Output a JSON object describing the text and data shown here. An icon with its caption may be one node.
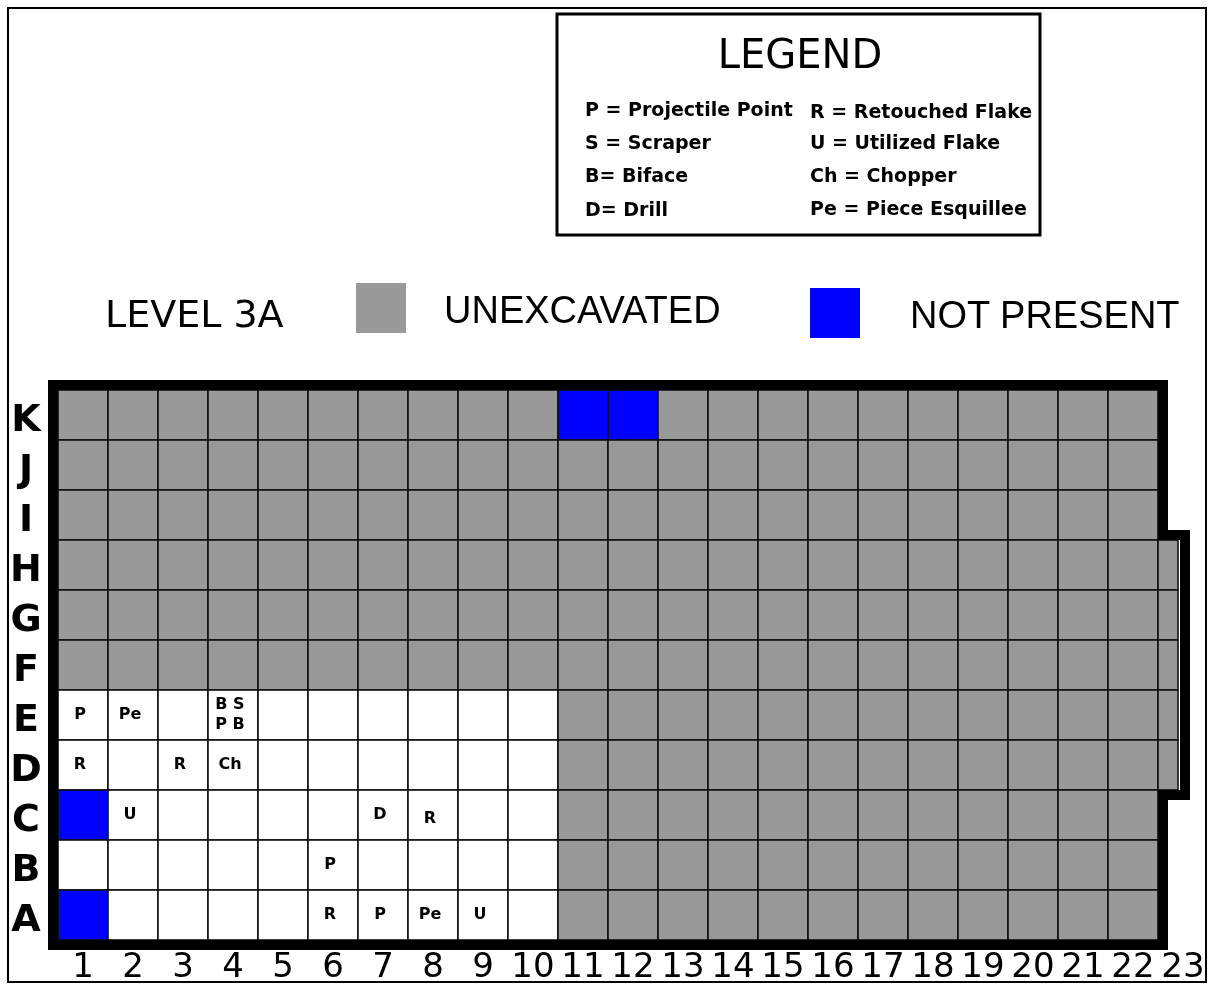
{
  "diagram": {
    "labels": [
      "LEGEND",
      "P = Projectile Point",
      "R = Retouched Flake",
      "S = Scraper",
      "U = Utilized Flake",
      "B= Biface",
      "Ch = Chopper",
      "D= Drill",
      "Pe = Piece Esquillee",
      "LEVEL 3A",
      "K",
      "J",
      "I",
      "H",
      "G",
      "F",
      "E",
      "D",
      "C",
      "B",
      "A",
      "P",
      "Pe",
      "B S",
      "P B",
      "R",
      "R",
      "Ch",
      "U",
      "D",
      "R",
      "P",
      "R",
      "P",
      "Pe",
      "U",
      "1",
      "2",
      "3",
      "4",
      "5",
      "6",
      "7",
      "8",
      "9",
      "10",
      "11",
      "12",
      "13",
      "14",
      "15",
      "16",
      "17",
      "18",
      "19",
      "20",
      "21",
      "22",
      "23"
    ],
    "legend": [
      {
        "text": "UNEXCAVATED",
        "color": "#999999"
      },
      {
        "text": "NOT PRESENT",
        "color": "#0000ff"
      }
    ]
  }
}
